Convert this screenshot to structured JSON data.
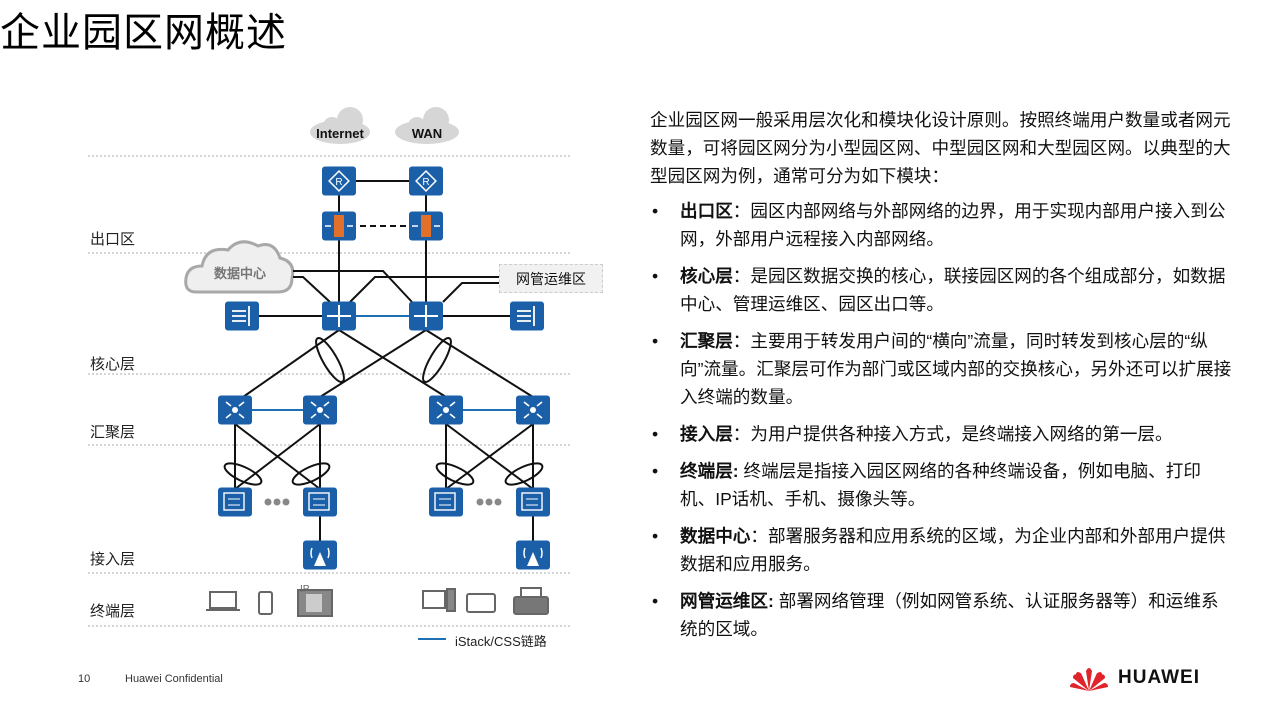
{
  "title": "企业园区网概述",
  "diagram": {
    "layers": [
      "出口区",
      "核心层",
      "汇聚层",
      "接入层",
      "终端层"
    ],
    "clouds": {
      "internet": "Internet",
      "wan": "WAN",
      "datacenter": "数据中心"
    },
    "management_zone": "网管运维区",
    "legend": "iStack/CSS链路",
    "colors": {
      "device": "#1a5fa8",
      "stack_link": "#1f6fb5",
      "firewall": "#e0702a"
    }
  },
  "content": {
    "intro": "企业园区网一般采用层次化和模块化设计原则。按照终端用户数量或者网元数量，可将园区网分为小型园区网、中型园区网和大型园区网。以典型的大型园区网为例，通常可分为如下模块：",
    "bullets": [
      {
        "term": "出口区",
        "text": "：园区内部网络与外部网络的边界，用于实现内部用户接入到公网，外部用户远程接入内部网络。"
      },
      {
        "term": "核心层",
        "text": "：是园区数据交换的核心，联接园区网的各个组成部分，如数据中心、管理运维区、园区出口等。"
      },
      {
        "term": "汇聚层",
        "text": "：主要用于转发用户间的“横向”流量，同时转发到核心层的“纵向”流量。汇聚层可作为部门或区域内部的交换核心，另外还可以扩展接入终端的数量。"
      },
      {
        "term": "接入层",
        "text": "：为用户提供各种接入方式，是终端接入网络的第一层。"
      },
      {
        "term": "终端层:",
        "text": " 终端层是指接入园区网络的各种终端设备，例如电脑、打印机、IP话机、手机、摄像头等。"
      },
      {
        "term": "数据中心",
        "text": "：部署服务器和应用系统的区域，为企业内部和外部用户提供数据和应用服务。"
      },
      {
        "term": "网管运维区:",
        "text": " 部署网络管理（例如网管系统、认证服务器等）和运维系统的区域。"
      }
    ]
  },
  "footer": {
    "page": "10",
    "confidential": "Huawei Confidential",
    "brand": "HUAWEI"
  }
}
